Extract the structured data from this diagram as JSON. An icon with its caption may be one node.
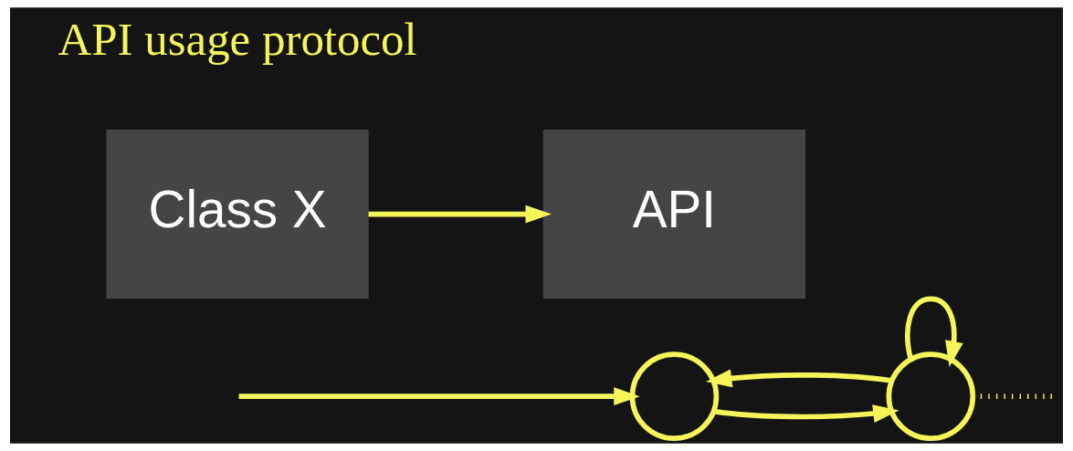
{
  "diagram": {
    "nodes": [
      {
        "text": [],
        "shape": "circle"
      },
      {
        "text": [],
        "shape": "circle"
      },
      {
        "text": [
          "Class X"
        ]
      },
      {
        "text": [
          "API"
        ]
      }
    ],
    "edges": [
      {
        "from": null,
        "to": 0,
        "arrow": "to"
      },
      {
        "from": 0,
        "to": 1,
        "arrow": "to"
      },
      {
        "from": 1,
        "to": 0,
        "arrow": "to"
      },
      {
        "from": 1,
        "to": 1,
        "arrow": "to"
      },
      {
        "from": 2,
        "to": 3,
        "arrow": "to"
      },
      {
        "from": 1,
        "to": null,
        "arrow": "none",
        "style": "dashed"
      }
    ],
    "labels": [
      "API usage protocol"
    ]
  }
}
